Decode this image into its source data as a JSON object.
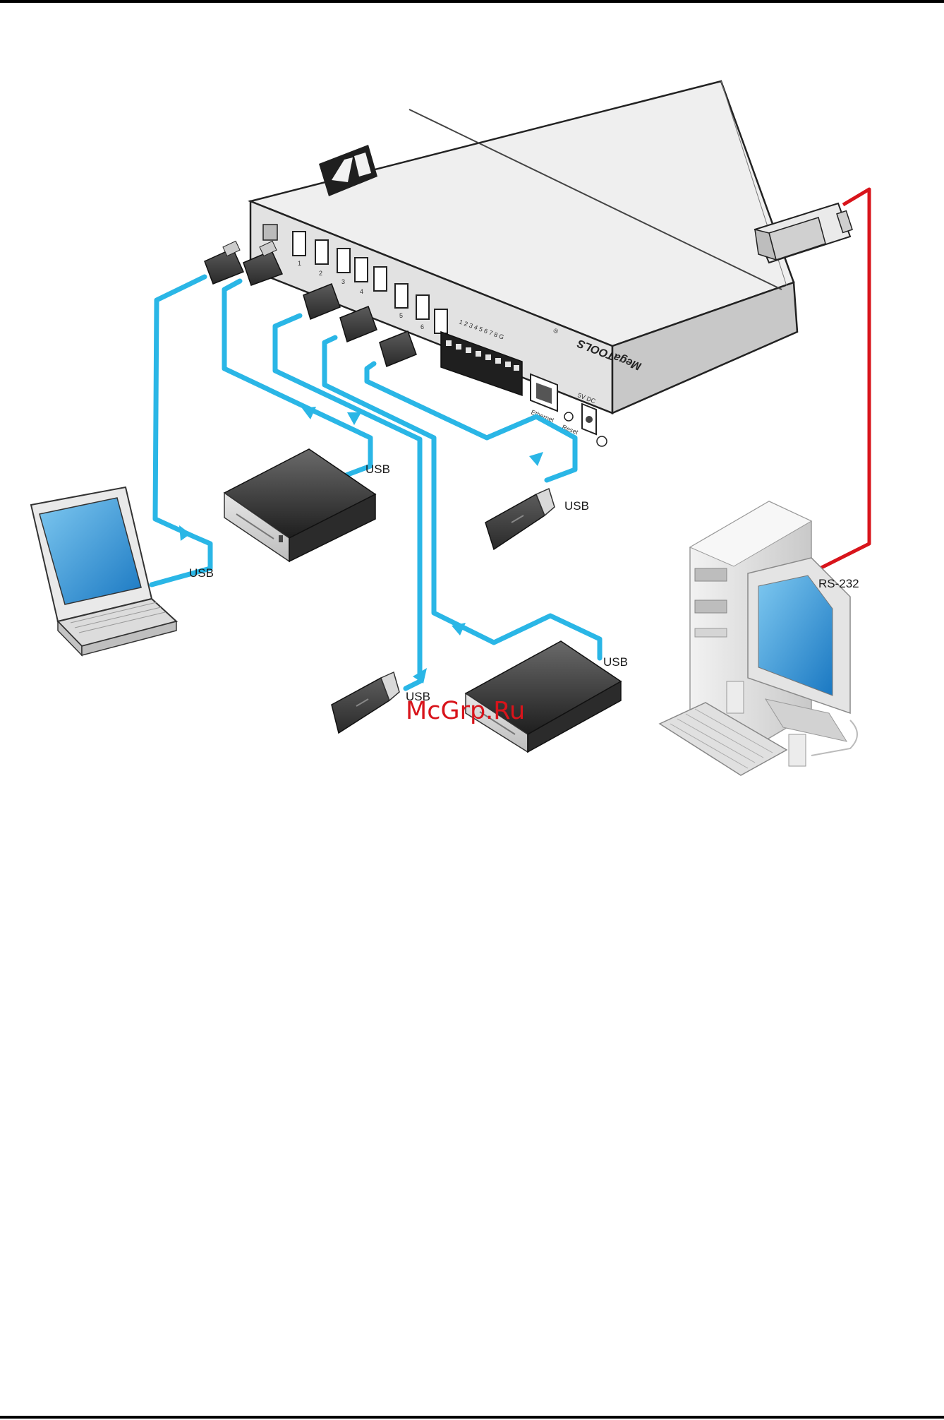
{
  "labels": {
    "usb_laptop": "USB",
    "usb_player1": "USB",
    "usb_stick_right": "USB",
    "usb_stick_bottom": "USB",
    "usb_player2": "USB",
    "rs232": "RS-232"
  },
  "device": {
    "brand": "MegaTOOLS",
    "registered": "®",
    "port_numbers": [
      "1",
      "2",
      "3",
      "4",
      "5",
      "6"
    ],
    "terminal_labels": "1 2 3 4 5 6 7 8 G",
    "ethernet_label": "Ethernet",
    "reset_label": "Reset",
    "power_label": "5V DC"
  },
  "watermark": "McGrp.Ru",
  "colors": {
    "usb_cable": "#2ab6e6",
    "rs232_cable": "#d8141b",
    "device_body": "#ebebeb",
    "device_outline": "#222222",
    "watermark": "#d8141b"
  }
}
